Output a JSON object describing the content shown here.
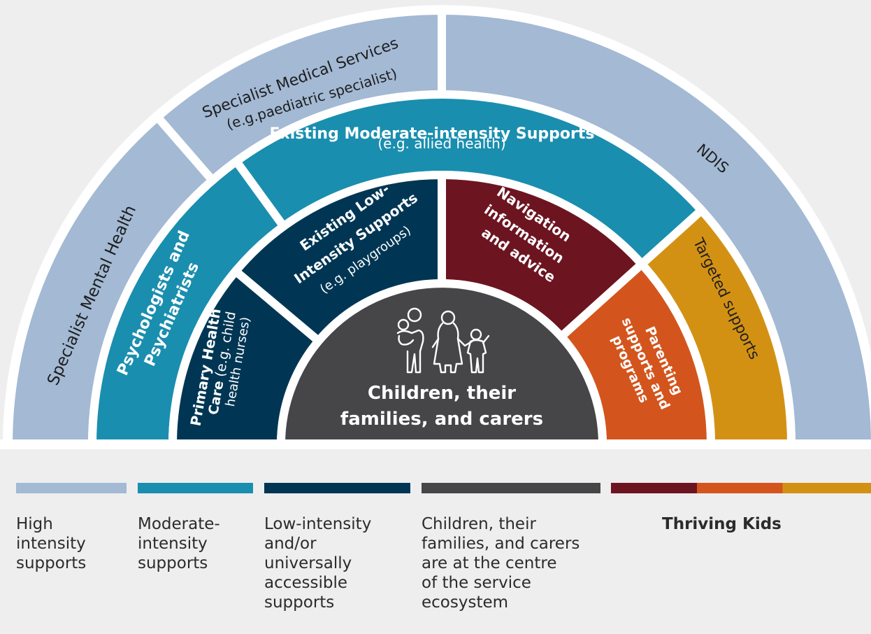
{
  "colors": {
    "high": "#a3b9d4",
    "moderate": "#1a8eaf",
    "low": "#003654",
    "centre": "#464548",
    "navigation": "#6c1521",
    "parenting": "#d3551d",
    "targeted": "#d39114",
    "background": "#eeeeef",
    "white": "#ffffff"
  },
  "diagram": {
    "centre": {
      "title_line1": "Children, their",
      "title_line2": "families, and carers",
      "icon": "family-icon"
    },
    "segments": {
      "specialist_mental_health": "Specialist Mental Health",
      "specialist_medical": {
        "title": "Specialist Medical Services",
        "sub": "(e.g.paediatric specialist)"
      },
      "ndis": "NDIS",
      "psychologists": {
        "line1": "Psychologists and",
        "line2": "Psychiatrists"
      },
      "moderate_existing": {
        "title": "Existing Moderate-intensity Supports",
        "sub": "(e.g. allied health)"
      },
      "targeted": "Targeted supports",
      "primary_health": {
        "line1": "Primary Health",
        "line2_bold": "Care",
        "line2_rest": " (e.g. child",
        "line3": "health nurses)"
      },
      "low_existing": {
        "line1": "Existing Low-",
        "line2": "Intensity Supports",
        "line3": "(e.g. playgroups)"
      },
      "navigation": {
        "line1": "Navigation",
        "line2": "information",
        "line3": "and advice"
      },
      "parenting": {
        "line1": "Parenting",
        "line2": "supports and",
        "line3": "programs"
      }
    }
  },
  "legend": [
    {
      "text": "High\nintensity\nsupports"
    },
    {
      "text": "Moderate-\nintensity\nsupports"
    },
    {
      "text": "Low-intensity\nand/or\nuniversally\naccessible\nsupports"
    },
    {
      "text": "Children, their\nfamilies, and carers\nare at the centre\nof the service\necosystem"
    },
    {
      "text": "Thriving Kids"
    }
  ]
}
